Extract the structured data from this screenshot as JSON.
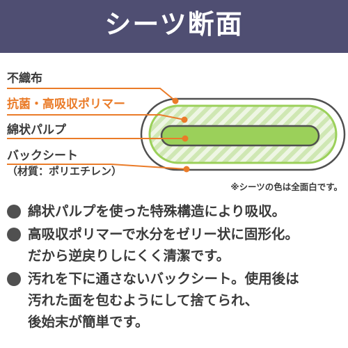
{
  "header": {
    "title": "シーツ断面"
  },
  "labels": [
    {
      "text": "不織布",
      "accent": false
    },
    {
      "text": "抗菌・高吸収ポリマー",
      "accent": true
    },
    {
      "text": "綿状パルプ",
      "accent": false
    },
    {
      "text": "バックシート",
      "accent": false
    },
    {
      "text": "（材質：ポリエチレン）",
      "accent": false
    }
  ],
  "note": "※シーツの色は全面白です。",
  "bullets": [
    {
      "lines": [
        "綿状パルプを使った特殊構造により吸収。"
      ]
    },
    {
      "lines": [
        "高吸収ポリマーで水分をゼリー状に固形化。",
        "だから逆戻りしにくく清潔です。"
      ]
    },
    {
      "lines": [
        "汚れを下に通さないバックシート。使用後は",
        "汚れた面を包むようにして捨てられ、",
        "後始末が簡単です。"
      ]
    }
  ],
  "colors": {
    "header_bg": "#4f4e72",
    "accent_orange": "#ea7b28",
    "green": "#9bd05a",
    "green_stripe": "#cfe7b3",
    "text": "#3a3a3a"
  }
}
